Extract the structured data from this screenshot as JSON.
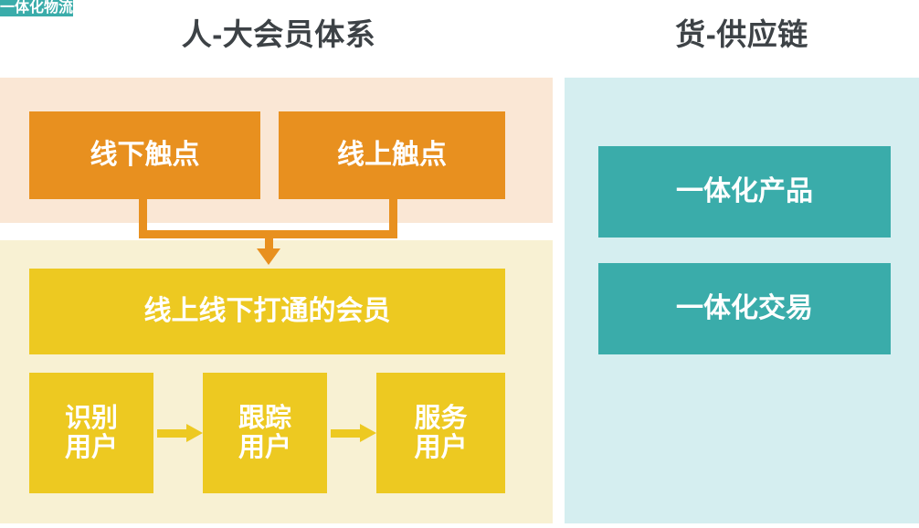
{
  "diagram": {
    "columns": [
      {
        "title": "人-大会员体系",
        "panels": [
          {
            "name": "touchpoints",
            "background_color": "#fae7d5",
            "boxes": [
              {
                "label": "线下触点",
                "color": "#e8901f"
              },
              {
                "label": "线上触点",
                "color": "#e8901f"
              }
            ]
          },
          {
            "name": "members",
            "background_color": "#f8f1d3",
            "headline_box": {
              "label": "线上线下打通的会员",
              "color": "#edc921"
            },
            "boxes": [
              {
                "label": "识别\n用户",
                "line1": "识别",
                "line2": "用户",
                "color": "#edc921"
              },
              {
                "label": "跟踪\n用户",
                "line1": "跟踪",
                "line2": "用户",
                "color": "#edc921"
              },
              {
                "label": "服务\n用户",
                "line1": "服务",
                "line2": "用户",
                "color": "#edc921"
              }
            ]
          }
        ]
      },
      {
        "title": "货-供应链",
        "panels": [
          {
            "name": "supply-chain",
            "background_color": "#d5eef0",
            "boxes": [
              {
                "label": "一体化产品",
                "color": "#3aacaa"
              },
              {
                "label": "一体化交易",
                "color": "#3aacaa"
              },
              {
                "label": "一体化物流",
                "color": "#3aacaa"
              }
            ]
          }
        ]
      }
    ],
    "connectors": {
      "touchpoints_to_member": {
        "type": "merge-down-arrow",
        "color": "#e8901f"
      },
      "identify_to_track": {
        "type": "right-arrow",
        "color": "#edc921"
      },
      "track_to_serve": {
        "type": "right-arrow",
        "color": "#edc921"
      }
    },
    "palette": {
      "title_text": "#3d4246",
      "orange": "#e8901f",
      "orange_panel": "#fae7d5",
      "yellow": "#edc921",
      "yellow_panel": "#f8f1d3",
      "teal": "#3aacaa",
      "teal_panel": "#d5eef0",
      "box_text": "#ffffff",
      "background": "#ffffff"
    }
  }
}
